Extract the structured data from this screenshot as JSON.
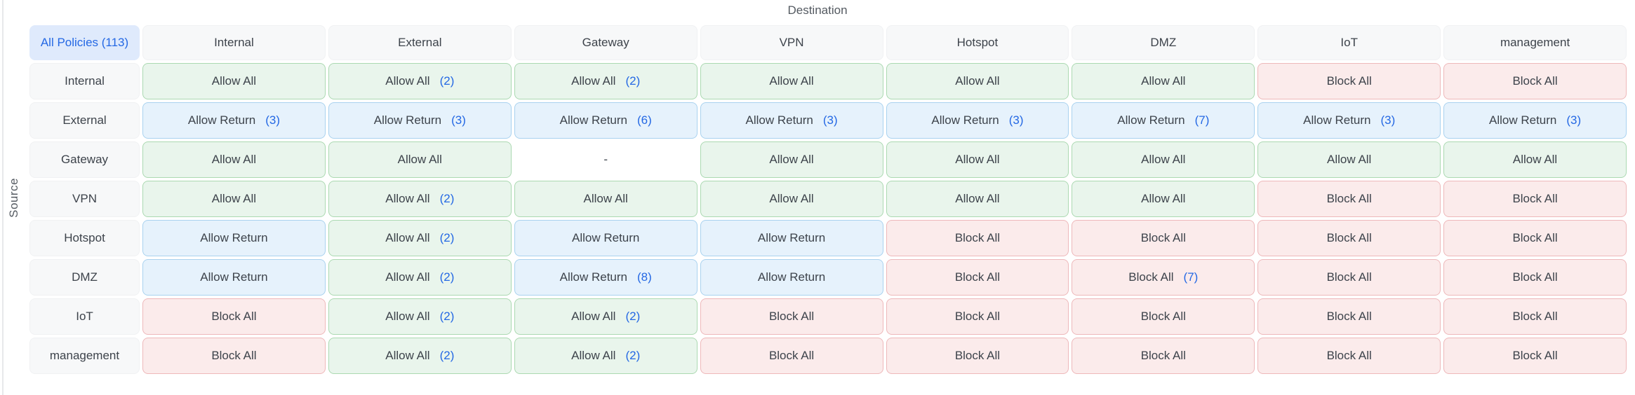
{
  "page": {
    "destination_label": "Destination",
    "source_label": "Source"
  },
  "matrix": {
    "all_policies_label": "All Policies (113)",
    "columns": [
      "Internal",
      "External",
      "Gateway",
      "VPN",
      "Hotspot",
      "DMZ",
      "IoT",
      "management"
    ],
    "rows": [
      {
        "source": "Internal",
        "cells": [
          {
            "label": "Allow All",
            "count": "",
            "type": "allow-all"
          },
          {
            "label": "Allow All",
            "count": "(2)",
            "type": "allow-all"
          },
          {
            "label": "Allow All",
            "count": "(2)",
            "type": "allow-all"
          },
          {
            "label": "Allow All",
            "count": "",
            "type": "allow-all"
          },
          {
            "label": "Allow All",
            "count": "",
            "type": "allow-all"
          },
          {
            "label": "Allow All",
            "count": "",
            "type": "allow-all"
          },
          {
            "label": "Block All",
            "count": "",
            "type": "block-all"
          },
          {
            "label": "Block All",
            "count": "",
            "type": "block-all"
          }
        ]
      },
      {
        "source": "External",
        "cells": [
          {
            "label": "Allow Return",
            "count": "(3)",
            "type": "allow-return"
          },
          {
            "label": "Allow Return",
            "count": "(3)",
            "type": "allow-return"
          },
          {
            "label": "Allow Return",
            "count": "(6)",
            "type": "allow-return"
          },
          {
            "label": "Allow Return",
            "count": "(3)",
            "type": "allow-return"
          },
          {
            "label": "Allow Return",
            "count": "(3)",
            "type": "allow-return"
          },
          {
            "label": "Allow Return",
            "count": "(7)",
            "type": "allow-return"
          },
          {
            "label": "Allow Return",
            "count": "(3)",
            "type": "allow-return"
          },
          {
            "label": "Allow Return",
            "count": "(3)",
            "type": "allow-return"
          }
        ]
      },
      {
        "source": "Gateway",
        "cells": [
          {
            "label": "Allow All",
            "count": "",
            "type": "allow-all"
          },
          {
            "label": "Allow All",
            "count": "",
            "type": "allow-all"
          },
          {
            "label": "-",
            "count": "",
            "type": "none"
          },
          {
            "label": "Allow All",
            "count": "",
            "type": "allow-all"
          },
          {
            "label": "Allow All",
            "count": "",
            "type": "allow-all"
          },
          {
            "label": "Allow All",
            "count": "",
            "type": "allow-all"
          },
          {
            "label": "Allow All",
            "count": "",
            "type": "allow-all"
          },
          {
            "label": "Allow All",
            "count": "",
            "type": "allow-all"
          }
        ]
      },
      {
        "source": "VPN",
        "cells": [
          {
            "label": "Allow All",
            "count": "",
            "type": "allow-all"
          },
          {
            "label": "Allow All",
            "count": "(2)",
            "type": "allow-all"
          },
          {
            "label": "Allow All",
            "count": "",
            "type": "allow-all"
          },
          {
            "label": "Allow All",
            "count": "",
            "type": "allow-all"
          },
          {
            "label": "Allow All",
            "count": "",
            "type": "allow-all"
          },
          {
            "label": "Allow All",
            "count": "",
            "type": "allow-all"
          },
          {
            "label": "Block All",
            "count": "",
            "type": "block-all"
          },
          {
            "label": "Block All",
            "count": "",
            "type": "block-all"
          }
        ]
      },
      {
        "source": "Hotspot",
        "cells": [
          {
            "label": "Allow Return",
            "count": "",
            "type": "allow-return"
          },
          {
            "label": "Allow All",
            "count": "(2)",
            "type": "allow-all"
          },
          {
            "label": "Allow Return",
            "count": "",
            "type": "allow-return"
          },
          {
            "label": "Allow Return",
            "count": "",
            "type": "allow-return"
          },
          {
            "label": "Block All",
            "count": "",
            "type": "block-all"
          },
          {
            "label": "Block All",
            "count": "",
            "type": "block-all"
          },
          {
            "label": "Block All",
            "count": "",
            "type": "block-all"
          },
          {
            "label": "Block All",
            "count": "",
            "type": "block-all"
          }
        ]
      },
      {
        "source": "DMZ",
        "cells": [
          {
            "label": "Allow Return",
            "count": "",
            "type": "allow-return"
          },
          {
            "label": "Allow All",
            "count": "(2)",
            "type": "allow-all"
          },
          {
            "label": "Allow Return",
            "count": "(8)",
            "type": "allow-return"
          },
          {
            "label": "Allow Return",
            "count": "",
            "type": "allow-return"
          },
          {
            "label": "Block All",
            "count": "",
            "type": "block-all"
          },
          {
            "label": "Block All",
            "count": "(7)",
            "type": "block-all"
          },
          {
            "label": "Block All",
            "count": "",
            "type": "block-all"
          },
          {
            "label": "Block All",
            "count": "",
            "type": "block-all"
          }
        ]
      },
      {
        "source": "IoT",
        "cells": [
          {
            "label": "Block All",
            "count": "",
            "type": "block-all"
          },
          {
            "label": "Allow All",
            "count": "(2)",
            "type": "allow-all"
          },
          {
            "label": "Allow All",
            "count": "(2)",
            "type": "allow-all"
          },
          {
            "label": "Block All",
            "count": "",
            "type": "block-all"
          },
          {
            "label": "Block All",
            "count": "",
            "type": "block-all"
          },
          {
            "label": "Block All",
            "count": "",
            "type": "block-all"
          },
          {
            "label": "Block All",
            "count": "",
            "type": "block-all"
          },
          {
            "label": "Block All",
            "count": "",
            "type": "block-all"
          }
        ]
      },
      {
        "source": "management",
        "cells": [
          {
            "label": "Block All",
            "count": "",
            "type": "block-all"
          },
          {
            "label": "Allow All",
            "count": "(2)",
            "type": "allow-all"
          },
          {
            "label": "Allow All",
            "count": "(2)",
            "type": "allow-all"
          },
          {
            "label": "Block All",
            "count": "",
            "type": "block-all"
          },
          {
            "label": "Block All",
            "count": "",
            "type": "block-all"
          },
          {
            "label": "Block All",
            "count": "",
            "type": "block-all"
          },
          {
            "label": "Block All",
            "count": "",
            "type": "block-all"
          },
          {
            "label": "Block All",
            "count": "",
            "type": "block-all"
          }
        ]
      }
    ]
  },
  "colors": {
    "allow_all_bg": "#e9f5ec",
    "allow_all_border": "#abd9b1",
    "allow_return_bg": "#e6f2fc",
    "allow_return_border": "#a9d2ef",
    "block_all_bg": "#fbebeb",
    "block_all_border": "#eeb8ba",
    "count_text": "#2468e4",
    "all_policies_bg": "#dfeafc",
    "all_policies_text": "#2468e4",
    "header_bg": "#f7f8f9",
    "cell_text": "#3d434b",
    "axis_label_text": "#545a61"
  }
}
